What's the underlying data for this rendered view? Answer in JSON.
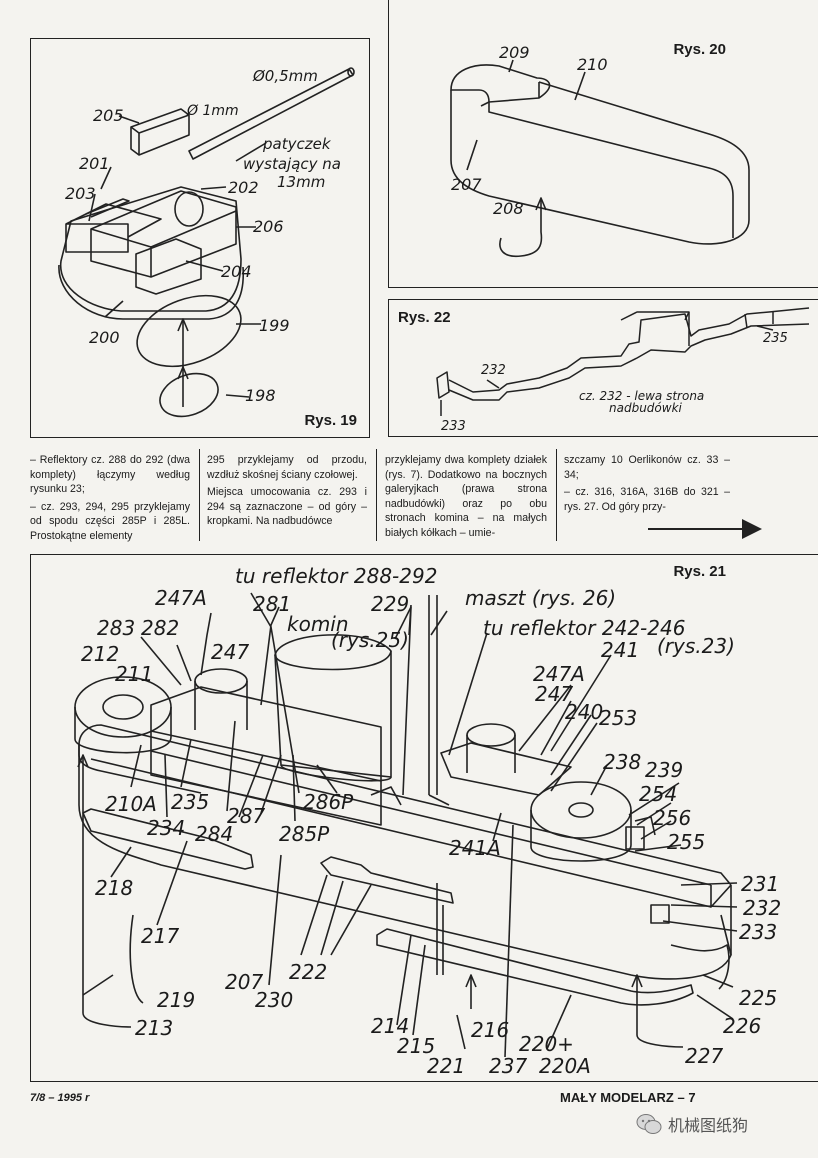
{
  "figures": {
    "rys19": {
      "title": "Rys. 19",
      "notes": [
        "Ø0,5mm",
        "Ø 1mm",
        "patyczek",
        "wystający na",
        "13mm"
      ],
      "labels": [
        "205",
        "201",
        "203",
        "202",
        "206",
        "204",
        "200",
        "199",
        "198"
      ]
    },
    "rys20": {
      "title": "Rys. 20",
      "labels": [
        "209",
        "210",
        "207",
        "208"
      ]
    },
    "rys22": {
      "title": "Rys. 22",
      "note_line1": "cz. 232 - lewa strona",
      "note_line2": "nadbudówki",
      "labels": [
        "232",
        "233",
        "235"
      ]
    },
    "rys21": {
      "title": "Rys. 21",
      "notes": [
        "tu reflektor 288-292",
        "maszt (rys. 26)",
        "tu reflektor 242-246",
        "(rys.23)",
        "komin",
        "(rys.25)"
      ],
      "labels": [
        "247A",
        "281",
        "229",
        "283",
        "282",
        "247",
        "212",
        "211",
        "241",
        "247A",
        "247",
        "240",
        "253",
        "238",
        "239",
        "254",
        "256",
        "255",
        "210A",
        "235",
        "286P",
        "234",
        "287",
        "284",
        "285P",
        "241A",
        "231",
        "232",
        "233",
        "218",
        "217",
        "207",
        "230",
        "222",
        "225",
        "226",
        "219",
        "213",
        "214",
        "215",
        "216",
        "221",
        "237",
        "220+",
        "220A",
        "227"
      ]
    }
  },
  "text_columns": [
    [
      "– Reflektory cz. 288 do 292 (dwa komplety) łączymy według rysunku 23;",
      "– cz. 293, 294, 295 przyklejamy od spodu części 285P i 285L. Prostokątne elementy"
    ],
    [
      "295 przyklejamy od przodu, wzdłuż skośnej ściany czołowej.",
      "Miejsca umocowania cz. 293 i 294 są zaznaczone – od góry – kropkami. Na nadbudówce"
    ],
    [
      "przyklejamy dwa komplety działek (rys. 7). Dodatkowo na bocznych galeryjkach (prawa strona nadbudówki) oraz po obu stronach komina – na małych białych kółkach – umie-"
    ],
    [
      "szczamy 10 Oerlikonów cz. 33 – 34;",
      "– cz. 316, 316A, 316B do 321 – rys. 27. Od góry przy-"
    ]
  ],
  "footer": {
    "issue": "7/8 – 1995 r",
    "magazine": "MAŁY MODELARZ – 7",
    "watermark": "机械图纸狗"
  }
}
